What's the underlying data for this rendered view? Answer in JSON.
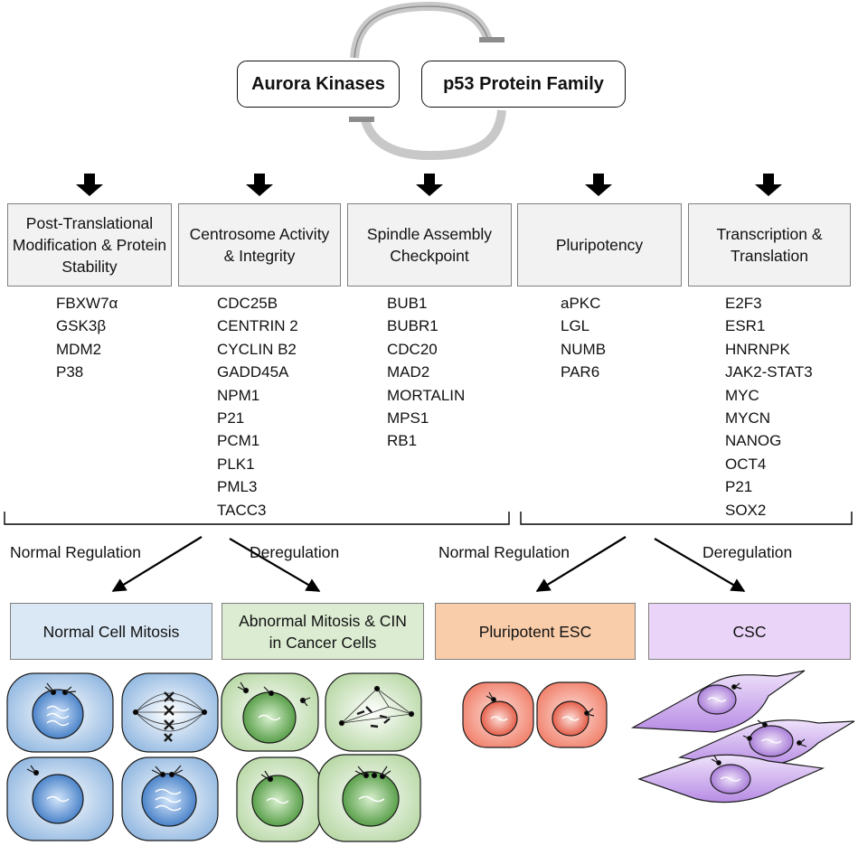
{
  "regulators": {
    "aurora": "Aurora Kinases",
    "p53": "p53 Protein Family"
  },
  "categories": [
    {
      "label": "Post-Translational Modification & Protein Stability",
      "genes": [
        "FBXW7α",
        "GSK3β",
        "MDM2",
        "P38"
      ]
    },
    {
      "label": "Centrosome Activity & Integrity",
      "genes": [
        "CDC25B",
        "CENTRIN 2",
        "CYCLIN B2",
        "GADD45A",
        "NPM1",
        "P21",
        "PCM1",
        "PLK1",
        "PML3",
        "TACC3"
      ]
    },
    {
      "label": "Spindle Assembly Checkpoint",
      "genes": [
        "BUB1",
        "BUBR1",
        "CDC20",
        "MAD2",
        "MORTALIN",
        "MPS1",
        "RB1"
      ]
    },
    {
      "label": "Pluripotency",
      "genes": [
        "aPKC",
        "LGL",
        "NUMB",
        "PAR6"
      ]
    },
    {
      "label": "Transcription & Translation",
      "genes": [
        "E2F3",
        "ESR1",
        "HNRNPK",
        "JAK2-STAT3",
        "MYC",
        "MYCN",
        "NANOG",
        "OCT4",
        "P21",
        "SOX2"
      ]
    }
  ],
  "branches": {
    "left_normal": "Normal Regulation",
    "left_dereg": "Deregulation",
    "right_normal": "Normal Regulation",
    "right_dereg": "Deregulation"
  },
  "outcomes": [
    {
      "label": "Normal Cell Mitosis",
      "color": "#dae8f6"
    },
    {
      "label": "Abnormal Mitosis & CIN in Cancer Cells",
      "color": "#dcecd2"
    },
    {
      "label": "Pluripotent ESC",
      "color": "#f9cdaa"
    },
    {
      "label": "CSC",
      "color": "#ead5f8"
    }
  ],
  "colors": {
    "arrow": "#000000",
    "cycle_arrow": "#c8c8c8",
    "box_border": "#7f7f7f",
    "category_fill": "#f2f2f2"
  },
  "icons": [
    "feedback-cycle-arrows",
    "down-arrow-icon",
    "branch-arrow-icon",
    "cell-illustration"
  ]
}
